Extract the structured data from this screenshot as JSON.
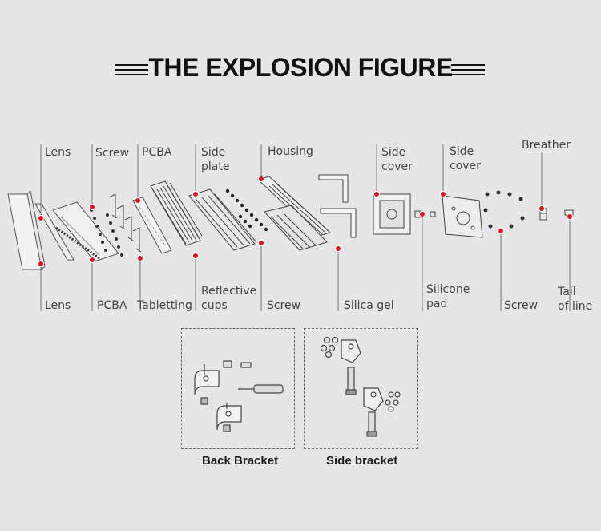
{
  "title": "THE EXPLOSION FIGURE",
  "labels": {
    "lens_top": "Lens",
    "screw_top": "Screw",
    "pcba_top": "PCBA",
    "side_plate_1": "Side",
    "side_plate_2": "plate",
    "housing": "Housing",
    "side_cover_a1": "Side",
    "side_cover_a2": "cover",
    "side_cover_b1": "Side",
    "side_cover_b2": "cover",
    "breather": "Breather",
    "lens_bottom": "Lens",
    "pcba_bottom": "PCBA",
    "tabletting": "Tabletting",
    "reflective_1": "Reflective",
    "reflective_2": "cups",
    "screw_bottom_mid": "Screw",
    "silica_gel": "Silica gel",
    "silicone_1": "Silicone",
    "silicone_2": "pad",
    "screw_bottom_right": "Screw",
    "tail_1": "Tail",
    "tail_2": "of line"
  },
  "captions": {
    "back_bracket": "Back Bracket",
    "side_bracket": "Side bracket"
  },
  "colors": {
    "marker": "#e0101f",
    "leader": "#777777",
    "line_art": "#555555"
  }
}
